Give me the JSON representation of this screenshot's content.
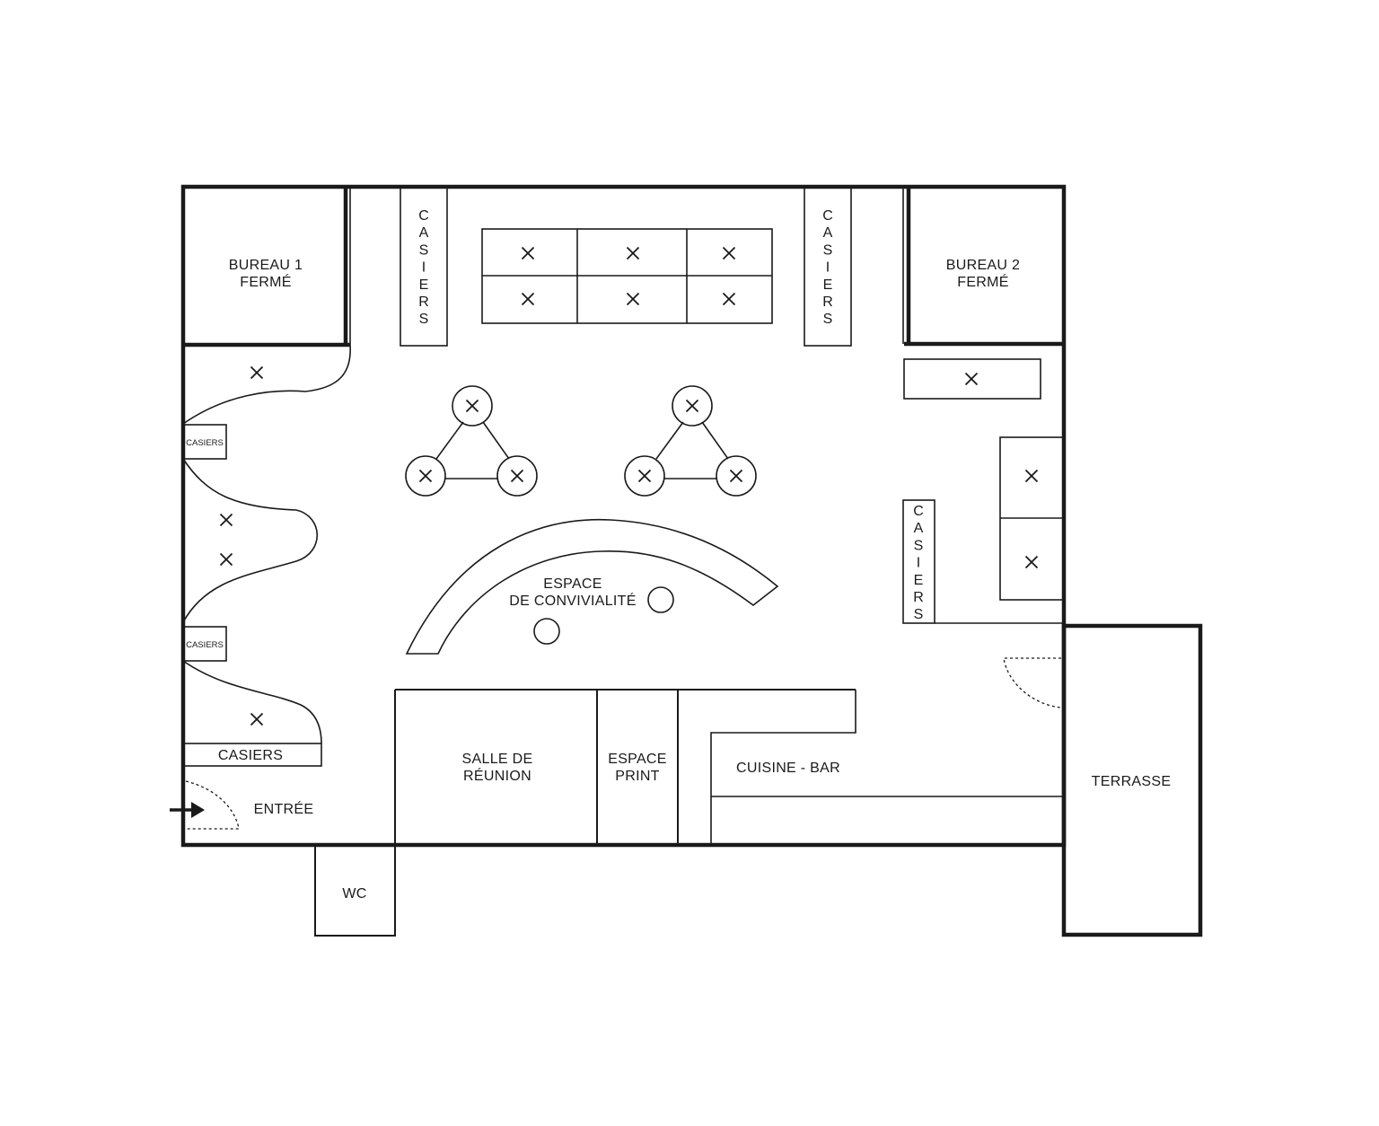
{
  "rooms": {
    "bureau_1": [
      "BUREAU 1",
      "FERMÉ"
    ],
    "bureau_2": [
      "BUREAU 2",
      "FERMÉ"
    ],
    "espace_convivialite": [
      "ESPACE",
      "DE CONVIVIALITÉ"
    ],
    "salle_reunion": [
      "SALLE DE",
      "RÉUNION"
    ],
    "espace_print": [
      "ESPACE",
      "PRINT"
    ],
    "cuisine_bar": "CUISINE - BAR",
    "entree": "ENTRÉE",
    "wc": "WC",
    "terrasse": "TERRASSE"
  },
  "storage": {
    "casiers_label": "CASIERS",
    "casiers_vertical": [
      "C",
      "A",
      "S",
      "I",
      "E",
      "R",
      "S"
    ]
  },
  "seat_mark": "×"
}
